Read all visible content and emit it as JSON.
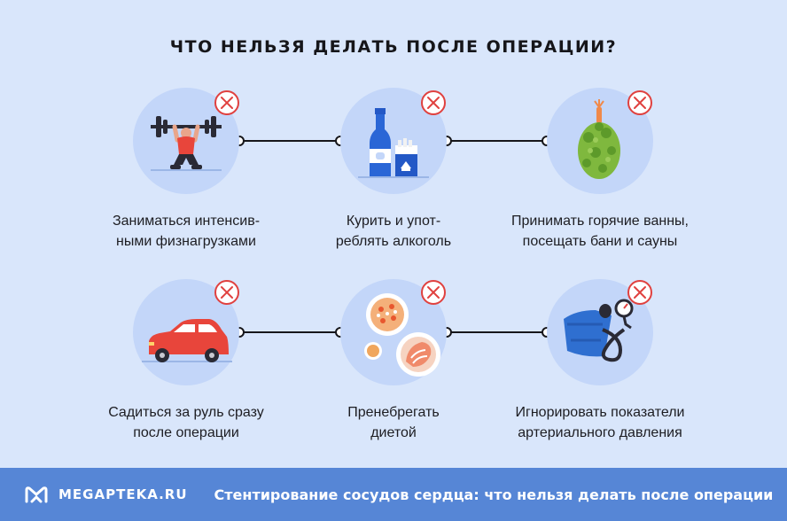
{
  "title": "ЧТО НЕЛЬЗЯ ДЕЛАТЬ ПОСЛЕ ОПЕРАЦИИ?",
  "items": [
    {
      "line1": "Заниматься интенсив-",
      "line2": "ными физнагрузками",
      "icon": "weightlifter-icon"
    },
    {
      "line1": "Курить и упот-",
      "line2": "реблять алкоголь",
      "icon": "bottle-cigarettes-icon"
    },
    {
      "line1": "Принимать горячие ванны,",
      "line2": "посещать бани и сауны",
      "icon": "sauna-broom-icon"
    },
    {
      "line1": "Садиться за руль сразу",
      "line2": "после операции",
      "icon": "car-icon"
    },
    {
      "line1": "Пренебрегать",
      "line2": "диетой",
      "icon": "food-plates-icon"
    },
    {
      "line1": "Игнорировать показатели",
      "line2": "артериального давления",
      "icon": "blood-pressure-monitor-icon"
    }
  ],
  "footer": {
    "logo_text": "MEGAPTEKA.RU",
    "caption": "Стентирование сосудов сердца: что нельзя делать после операции"
  },
  "colors": {
    "background": "#d9e6fb",
    "circle": "#c3d6f9",
    "cross": "#e0413f",
    "footer": "#5686d6"
  }
}
